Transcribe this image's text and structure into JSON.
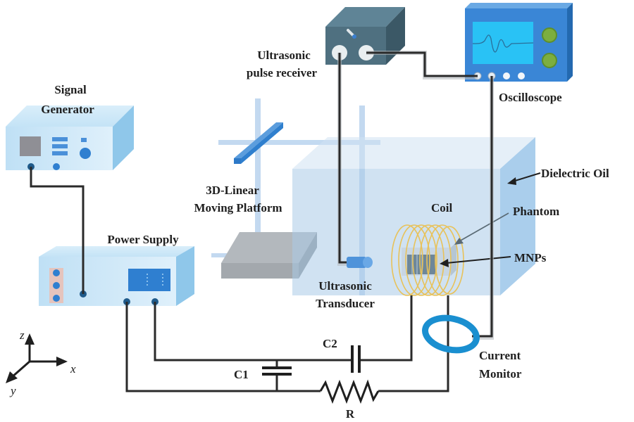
{
  "labels": {
    "signal_generator": [
      "Signal",
      "Generator"
    ],
    "pulse_receiver": [
      "Ultrasonic",
      "pulse receiver"
    ],
    "oscilloscope": "Oscilloscope",
    "platform": [
      "3D-Linear",
      "Moving Platform"
    ],
    "dielectric_oil": "Dielectric Oil",
    "coil": "Coil",
    "phantom": "Phantom",
    "mnps": "MNPs",
    "power_supply": "Power Supply",
    "transducer": [
      "Ultrasonic",
      "Transducer"
    ],
    "current_monitor": [
      "Current",
      "Monitor"
    ],
    "c1": "C1",
    "c2": "C2",
    "r": "R"
  },
  "axes": {
    "x": "x",
    "y": "y",
    "z": "z"
  },
  "colors": {
    "device_light_blue": "#bfe0f5",
    "device_blue": "#2f8ee0",
    "receiver_gray": "#4a6a7a",
    "screen_cyan": "#29c2f5",
    "knob_green": "#7cae3f",
    "tank_blue": "#a9cbe8",
    "coil_yellow": "#e8c25a",
    "monitor_ring": "#1a8fd0"
  }
}
